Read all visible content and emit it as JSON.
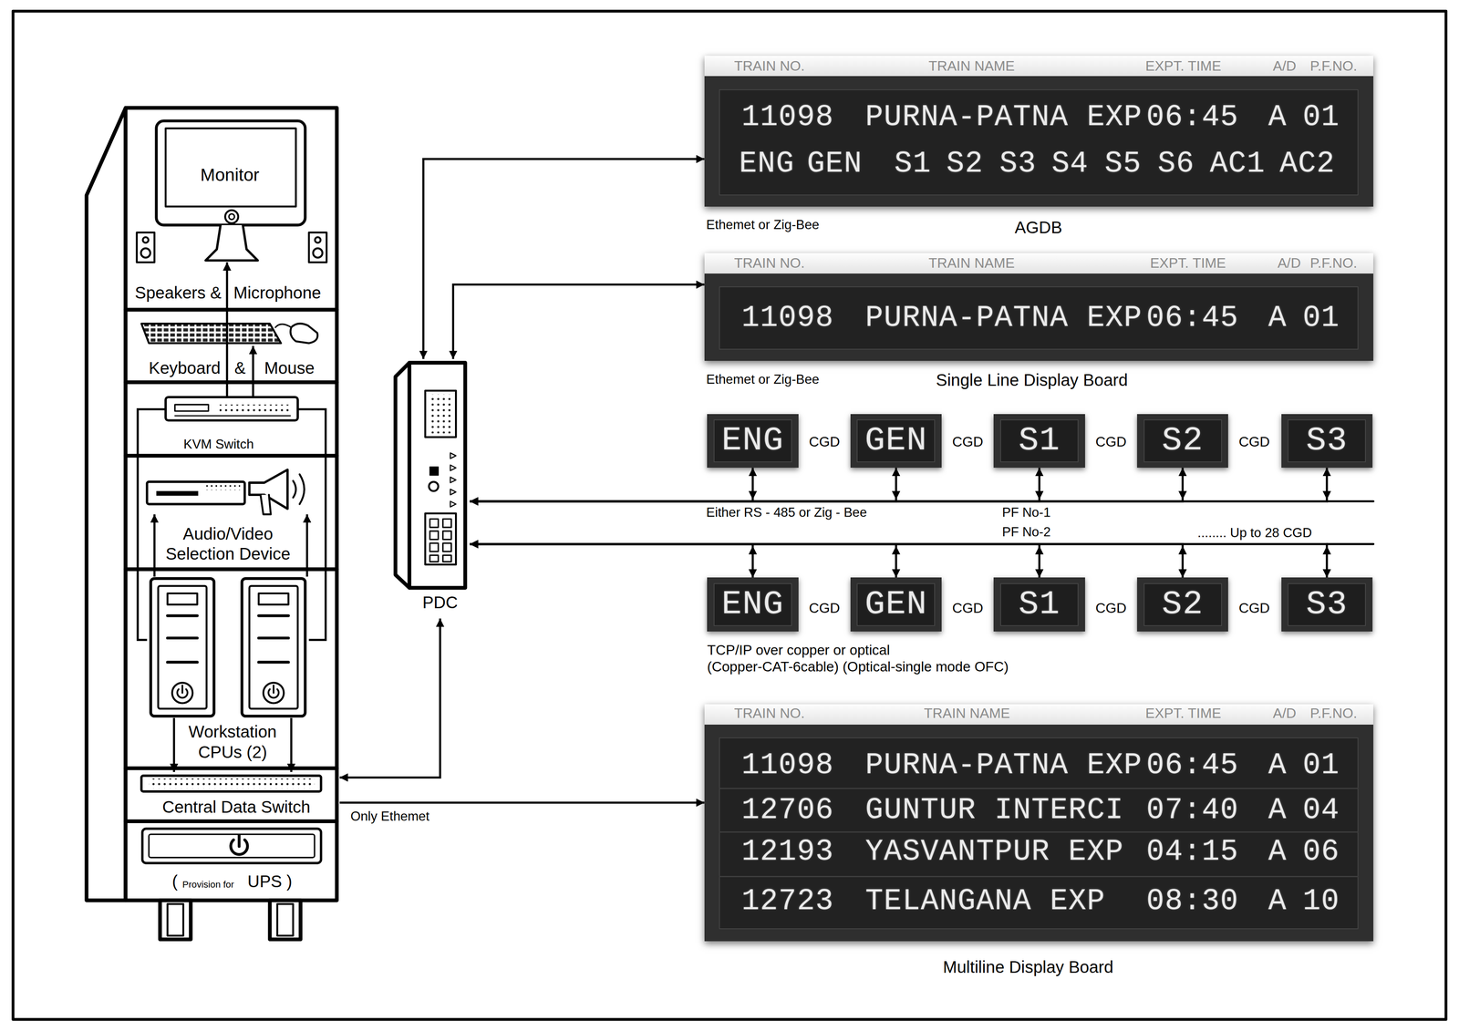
{
  "diagram": {
    "nodes": [
      {
        "text": [
          "Monitor"
        ]
      },
      {
        "text": [
          "Keyboard",
          "&",
          "Mouse"
        ]
      },
      {
        "text": [
          "KVM Switch"
        ]
      },
      {
        "text": [
          "Audio/Video Selection Device"
        ]
      },
      {
        "text": [
          "Workstation CPUs (2)"
        ]
      },
      {
        "text": [
          "Central Data Switch"
        ]
      },
      {
        "text": [
          "(",
          "Provision for",
          "UPS )"
        ]
      },
      {
        "text": [
          "PDC"
        ]
      },
      {
        "text": [
          "TRAIN NO.",
          "TRAIN NAME",
          "EXPT. TIME",
          "A/D",
          "P.F.NO.",
          "11098",
          "PURNA-PATNA EXP",
          "06:45",
          "A",
          "01",
          "ENG",
          "GEN",
          "S1",
          "S2",
          "S3",
          "S4",
          "S5",
          "S6",
          "AC1",
          "AC2",
          "AGDB"
        ]
      },
      {
        "text": [
          "TRAIN NO.",
          "TRAIN NAME",
          "EXPT. TIME",
          "A/D",
          "P.F.NO.",
          "11098",
          "PURNA-PATNA EXP",
          "06:45",
          "A",
          "01",
          "Single Line Display Board"
        ]
      },
      {
        "text": [
          "ENG"
        ]
      },
      {
        "text": [
          "GEN"
        ]
      },
      {
        "text": [
          "S1"
        ]
      },
      {
        "text": [
          "S2"
        ]
      },
      {
        "text": [
          "S3"
        ]
      },
      {
        "text": [
          "ENG"
        ]
      },
      {
        "text": [
          "GEN"
        ]
      },
      {
        "text": [
          "S1"
        ]
      },
      {
        "text": [
          "S2"
        ]
      },
      {
        "text": [
          "S3"
        ]
      },
      {
        "text": [
          "TRAIN NO.",
          "TRAIN NAME",
          "EXPT. TIME",
          "A/D",
          "P.F.NO.",
          "11098",
          "PURNA-PATNA EXP",
          "06:45",
          "A",
          "01",
          "12706",
          "GUNTUR INTERCI",
          "07:40",
          "A",
          "04",
          "12193",
          "YASVANTPUR EXP",
          "04:15",
          "A",
          "06",
          "12723",
          "TELANGANA EXP",
          "08:30",
          "A",
          "10",
          "Multiline Display Board"
        ]
      }
    ],
    "edges": [
      {
        "from": 2,
        "to": 0,
        "arrow": "to"
      },
      {
        "from": 2,
        "to": 1,
        "arrow": "to"
      },
      {
        "from": 2,
        "to": 4,
        "arrow": "none"
      },
      {
        "from": 2,
        "to": 4,
        "arrow": "none"
      },
      {
        "from": 4,
        "to": 3,
        "arrow": "to"
      },
      {
        "from": 4,
        "to": 3,
        "arrow": "to"
      },
      {
        "from": 4,
        "to": 5,
        "arrow": "to"
      },
      {
        "from": 4,
        "to": 5,
        "arrow": "to"
      },
      {
        "from": 5,
        "to": 7,
        "arrow": "both"
      },
      {
        "from": 5,
        "to": 20,
        "label": "Only Ethemet",
        "arrow": "to"
      },
      {
        "from": 7,
        "to": 8,
        "arrow": "both"
      },
      {
        "from": 7,
        "to": 9,
        "arrow": "both"
      },
      {
        "from": 10,
        "to": 7,
        "arrow": "both"
      },
      {
        "from": 11,
        "to": 7,
        "arrow": "both"
      },
      {
        "from": 12,
        "to": 7,
        "arrow": "both"
      },
      {
        "from": 13,
        "to": 7,
        "arrow": "both"
      },
      {
        "from": 14,
        "to": 7,
        "arrow": "both"
      },
      {
        "from": 15,
        "to": 7,
        "arrow": "both"
      },
      {
        "from": 16,
        "to": 7,
        "arrow": "both"
      },
      {
        "from": 17,
        "to": 7,
        "arrow": "both"
      },
      {
        "from": 18,
        "to": 7,
        "arrow": "both"
      },
      {
        "from": 19,
        "to": 7,
        "arrow": "both"
      }
    ],
    "labels": [
      "Ethemet or Zig-Bee",
      "Speakers &",
      "Microphone",
      "Ethemet or Zig-Bee",
      "CGD",
      "CGD",
      "CGD",
      "CGD",
      "Either RS - 485 or Zig - Bee",
      "PF No-1",
      "PF No-2",
      "........ Up to 28 CGD",
      "CGD",
      "CGD",
      "CGD",
      "CGD",
      "TCP/IP over copper or optical",
      "(Copper-CAT-6cable) (Optical-single mode OFC)"
    ]
  }
}
